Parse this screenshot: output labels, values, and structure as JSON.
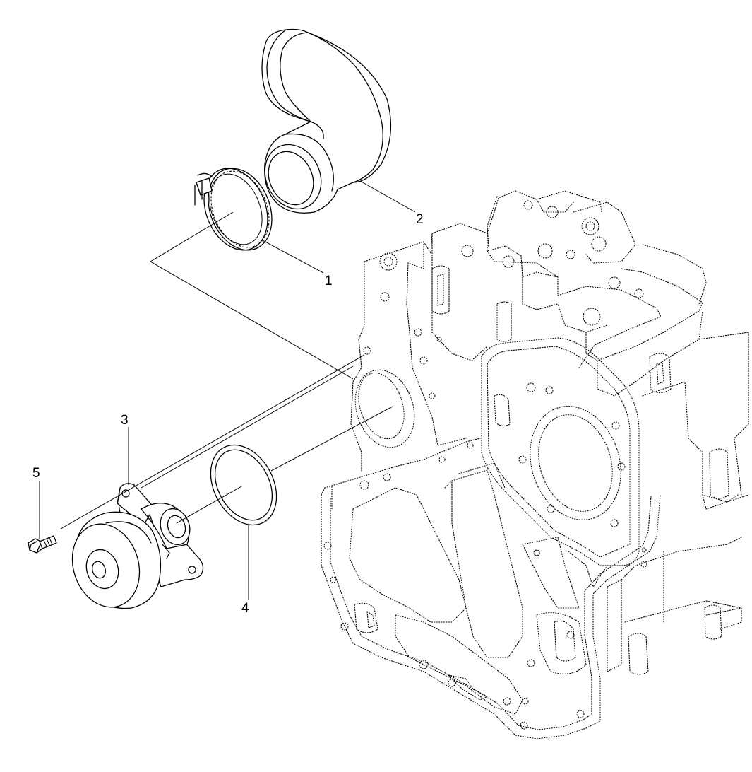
{
  "callouts": [
    {
      "id": "hose-clamp",
      "label": "1"
    },
    {
      "id": "hose",
      "label": "2"
    },
    {
      "id": "water-pump",
      "label": "3"
    },
    {
      "id": "gasket-ring",
      "label": "4"
    },
    {
      "id": "bolt",
      "label": "5"
    }
  ]
}
